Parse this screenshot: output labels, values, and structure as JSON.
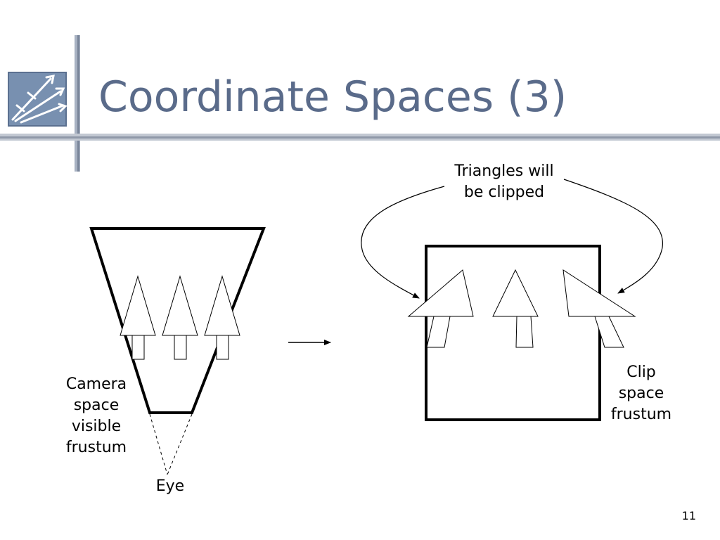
{
  "slide": {
    "title": "Coordinate Spaces (3)",
    "page_number": "11"
  },
  "labels": {
    "triangles_will_be_clipped": "Triangles will\nbe clipped",
    "camera_space_visible_frustum": "Camera\nspace\nvisible\nfrustum",
    "eye": "Eye",
    "clip_space_frustum": "Clip\nspace\nfrustum"
  },
  "colors": {
    "title": "#5a6b8a",
    "rule": "#8f98a8",
    "logo_bg": "#7890b0"
  },
  "icons": {
    "logo": "arrows-logo-icon"
  }
}
